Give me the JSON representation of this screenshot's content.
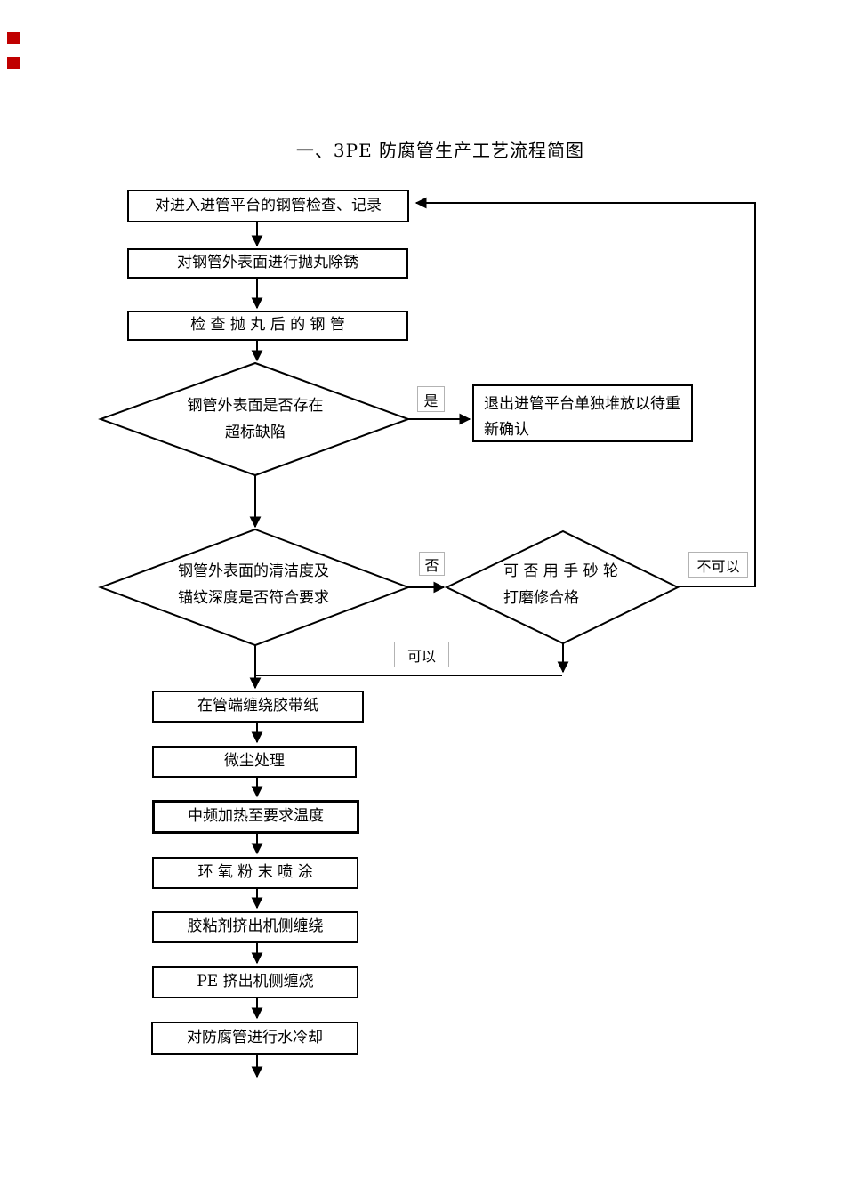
{
  "title": "一、3PE 防腐管生产工艺流程简图",
  "marks": {
    "red_square_count": 2
  },
  "nodes": {
    "inspect": "对进入进管平台的钢管检查、记录",
    "blast": "对钢管外表面进行抛丸除锈",
    "check": "检 查 抛 丸 后 的 钢 管",
    "defect_q1": "钢管外表面是否存在",
    "defect_q2": "超标缺陷",
    "requeue": "退出进管平台单独堆放以待重新确认",
    "clean_q1": "钢管外表面的清洁度及",
    "clean_q2": "锚纹深度是否符合要求",
    "grind_q1": "可 否 用 手 砂 轮",
    "grind_q2": "打磨修合格",
    "tape": "在管端缠绕胶带纸",
    "dust": "微尘处理",
    "heat": "中频加热至要求温度",
    "epoxy": "环 氧 粉 末 喷 涂",
    "adhesive": "胶粘剂挤出机侧缠绕",
    "pe": "PE 挤出机侧缠烧",
    "cool": "对防腐管进行水冷却"
  },
  "labels": {
    "yes": "是",
    "no": "否",
    "can": "可以",
    "cannot": "不可以"
  },
  "colors": {
    "line": "#000000",
    "shape_border": "#000000",
    "label_border": "#b3b3b3",
    "red_mark": "#c00000",
    "background": "#ffffff"
  }
}
